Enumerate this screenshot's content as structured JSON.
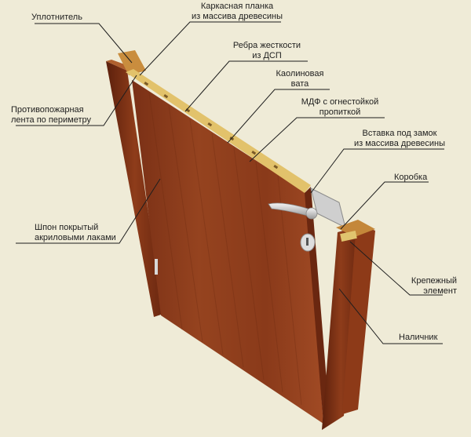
{
  "labels": {
    "seal": "Уплотнитель",
    "frame_strip_1": "Каркасная планка",
    "frame_strip_2": "из массива древесины",
    "ribs_1": "Ребра жесткости",
    "ribs_2": "из ДСП",
    "kaolin_1": "Каолиновая",
    "kaolin_2": "вата",
    "mdf_1": "МДФ с огнестойкой",
    "mdf_2": "пропиткой",
    "fire_tape_1": "Противопожарная",
    "fire_tape_2": "лента по периметру",
    "lock_insert_1": "Вставка под замок",
    "lock_insert_2": "из массива древесины",
    "box": "Коробка",
    "veneer_1": "Шпон покрытый",
    "veneer_2": "акриловыми лаками",
    "fastener_1": "Крепежный",
    "fastener_2": "элемент",
    "casing": "Наличник"
  },
  "colors": {
    "background": "#efebd7",
    "wood": "#8a3a1c",
    "wood_dark": "#5e220e",
    "wood_light": "#a24d27",
    "core_yellow": "#d9b45a",
    "leader_line": "#1e1e1e"
  }
}
